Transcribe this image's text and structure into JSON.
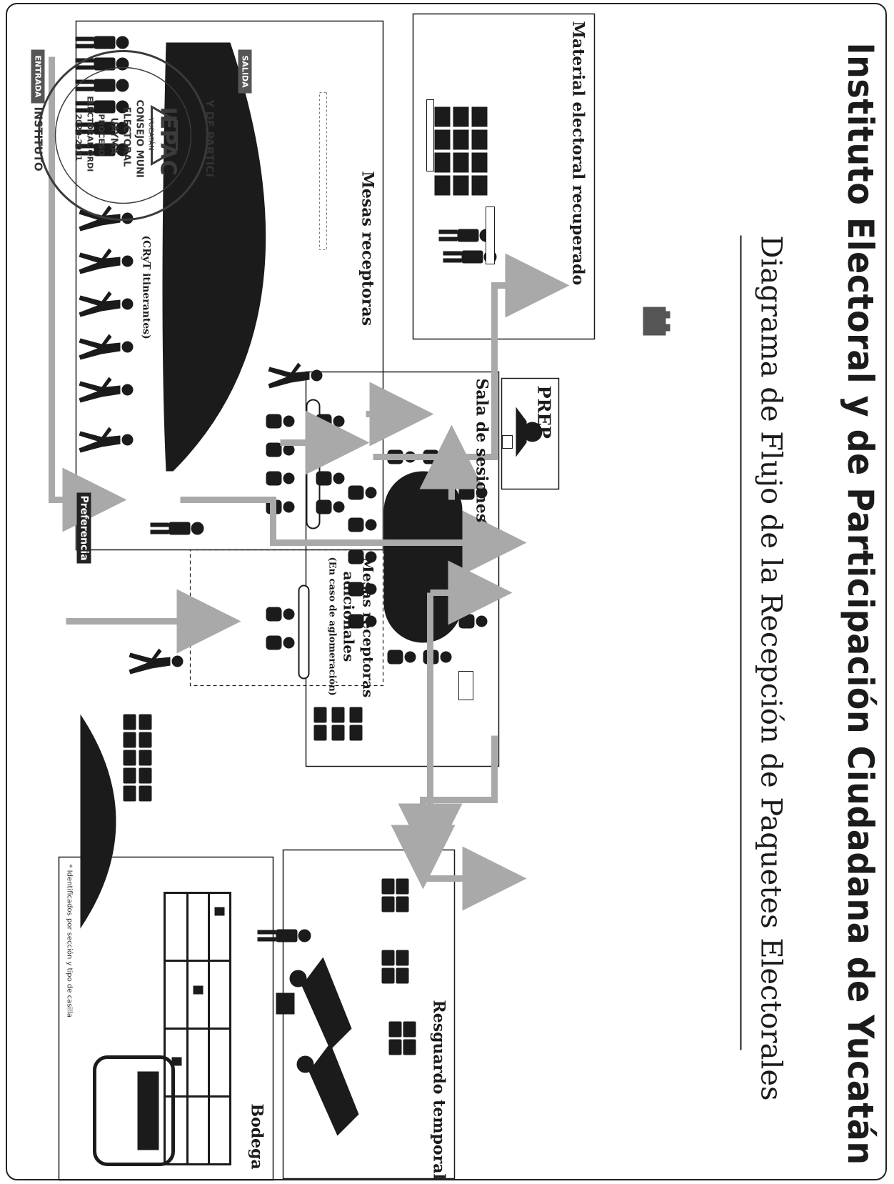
{
  "title": "Instituto Electoral y de Participación Ciudadana de Yucatán",
  "subtitle": "Diagrama de Flujo de la Recepción de Paquetes Electorales",
  "areas": {
    "material": "Material electoral recuperado",
    "sala": "Sala de sesiones",
    "prep": "PREP",
    "mesas": "Mesas receptoras",
    "mesas_adicionales_1": "Mesas receptoras",
    "mesas_adicionales_2": "adicionales",
    "mesas_adicionales_note": "(En caso de aglomeración)",
    "cryt": "(CRyT itinerantes)",
    "resguardo": "Resguardo temporal",
    "bodega": "Bodega",
    "bodega_note": "* Identificados por sección y tipo de casilla"
  },
  "signs": {
    "entrada": "ENTRADA",
    "salida": "SALIDA",
    "preferencia": "Preferencia"
  },
  "seal": {
    "top": "Y DE PARTICI",
    "bottom": "INSTITUTO",
    "logo": "IEPAC",
    "state": "YUCATÁN",
    "line1": "CONSEJO MUNI",
    "line2": "ELECTORAL",
    "line3": "UAYMA",
    "line4": "PROCESO",
    "line5": "ELECTORAL ORDI",
    "line6": "2020-2021"
  },
  "colors": {
    "ink": "#1b1b1b",
    "arrow": "#a9a9a9",
    "box": "#444444",
    "seal": "#3b3b3b"
  }
}
